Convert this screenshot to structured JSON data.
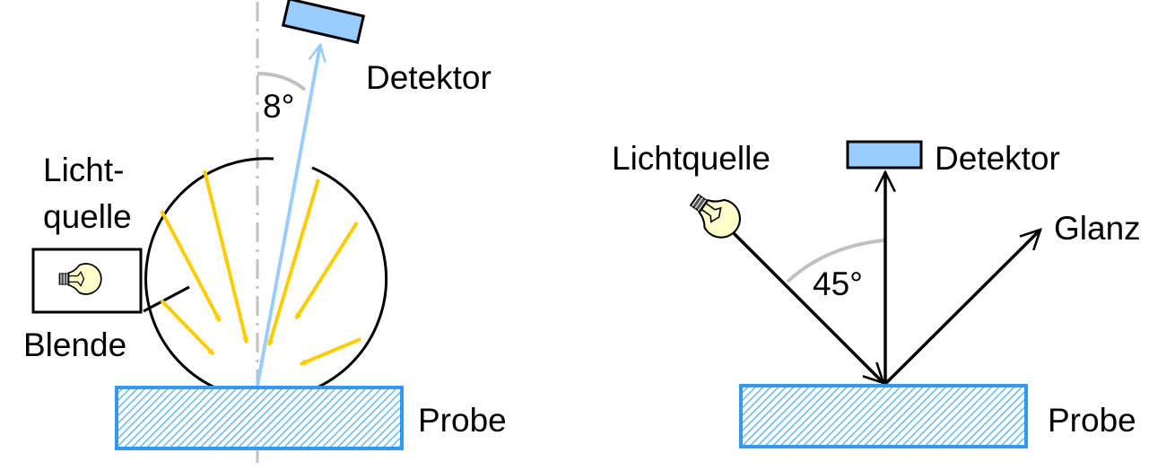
{
  "left_diagram": {
    "detector_label": "Detektor",
    "angle_label": "8°",
    "light_label_line1": "Licht-",
    "light_label_line2": "quelle",
    "aperture_label": "Blende",
    "sample_label": "Probe"
  },
  "right_diagram": {
    "light_label": "Lichtquelle",
    "detector_label": "Detektor",
    "gloss_label": "Glanz",
    "angle_label": "45°",
    "sample_label": "Probe"
  },
  "colors": {
    "detector_fill": "#99ccff",
    "sample_stroke": "#3399ee",
    "sample_hatch": "#66b8f0",
    "light_ray": "#ffcc00",
    "detector_ray": "#99ccff",
    "bulb_fill": "#ffffcc",
    "guide_gray": "#c0c0c0"
  },
  "icons": [
    "light-bulb-icon"
  ]
}
